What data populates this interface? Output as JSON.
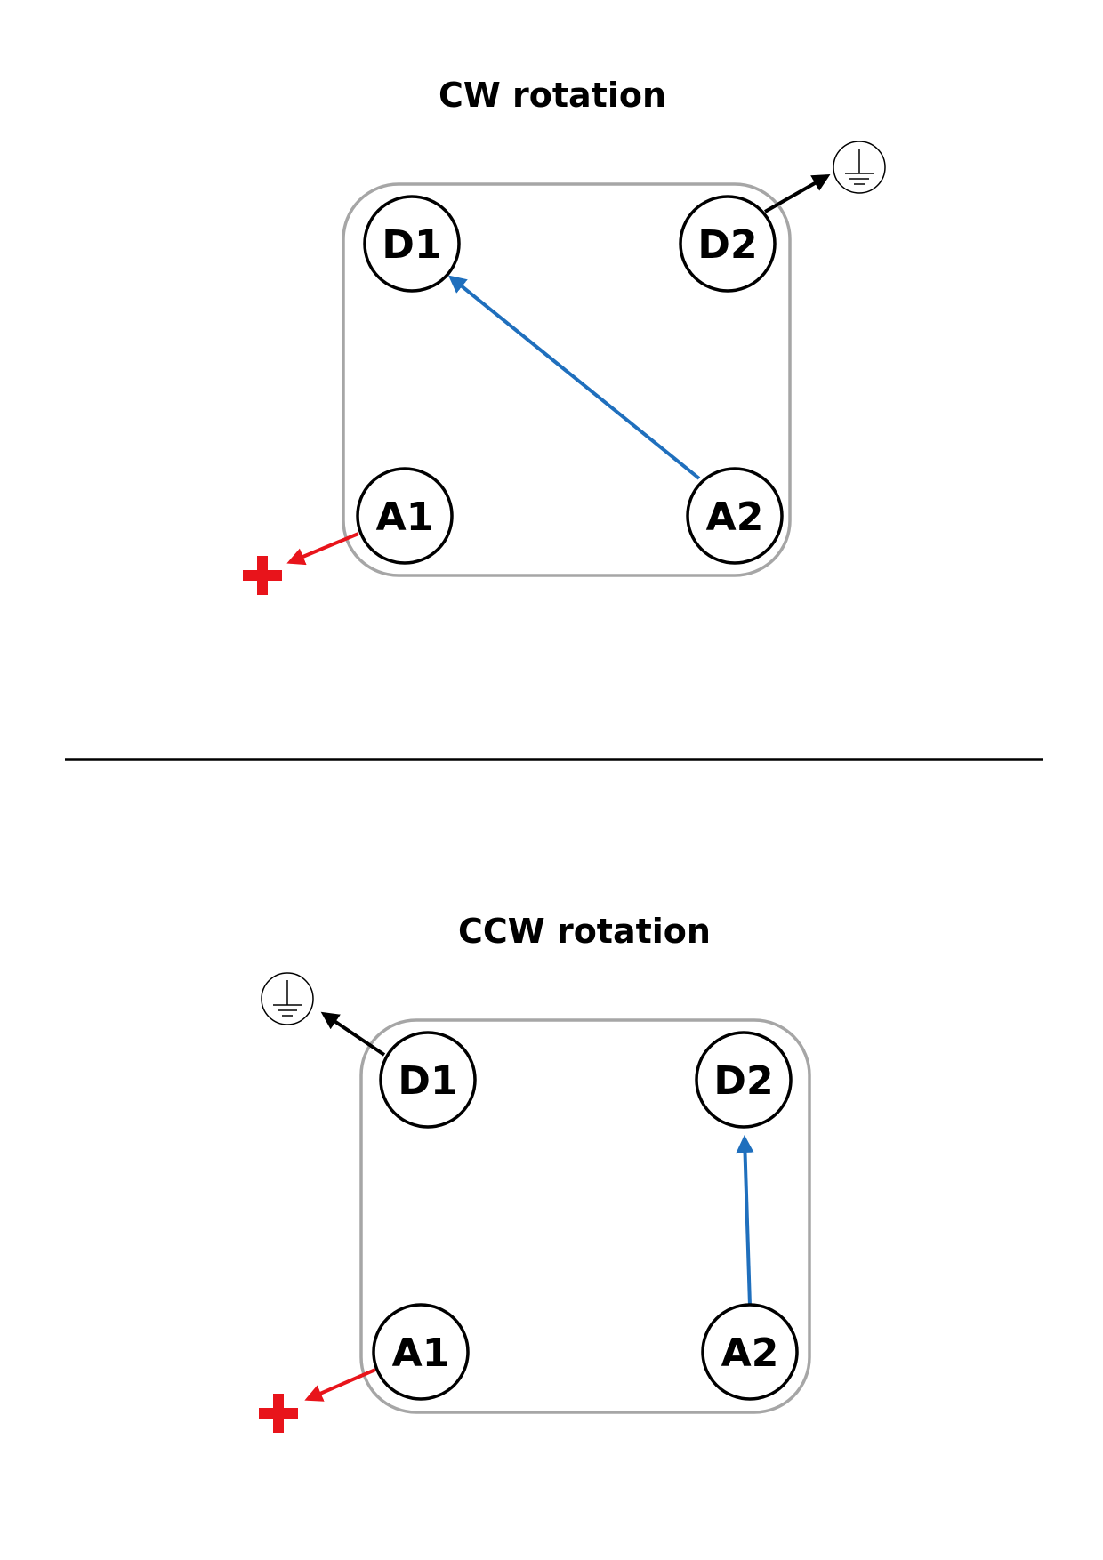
{
  "diagrams": [
    {
      "title": "CW rotation",
      "terminals": {
        "d1": "D1",
        "d2": "D2",
        "a1": "A1",
        "a2": "A2"
      }
    },
    {
      "title": "CCW rotation",
      "terminals": {
        "d1": "D1",
        "d2": "D2",
        "a1": "A1",
        "a2": "A2"
      }
    }
  ],
  "colors": {
    "positive_wire": "#e8141b",
    "link_wire": "#1f6fbd",
    "ground_wire": "#000000",
    "housing": "#a6a6a6"
  },
  "icons": {
    "positive": "plus-icon",
    "ground": "ground-icon"
  }
}
